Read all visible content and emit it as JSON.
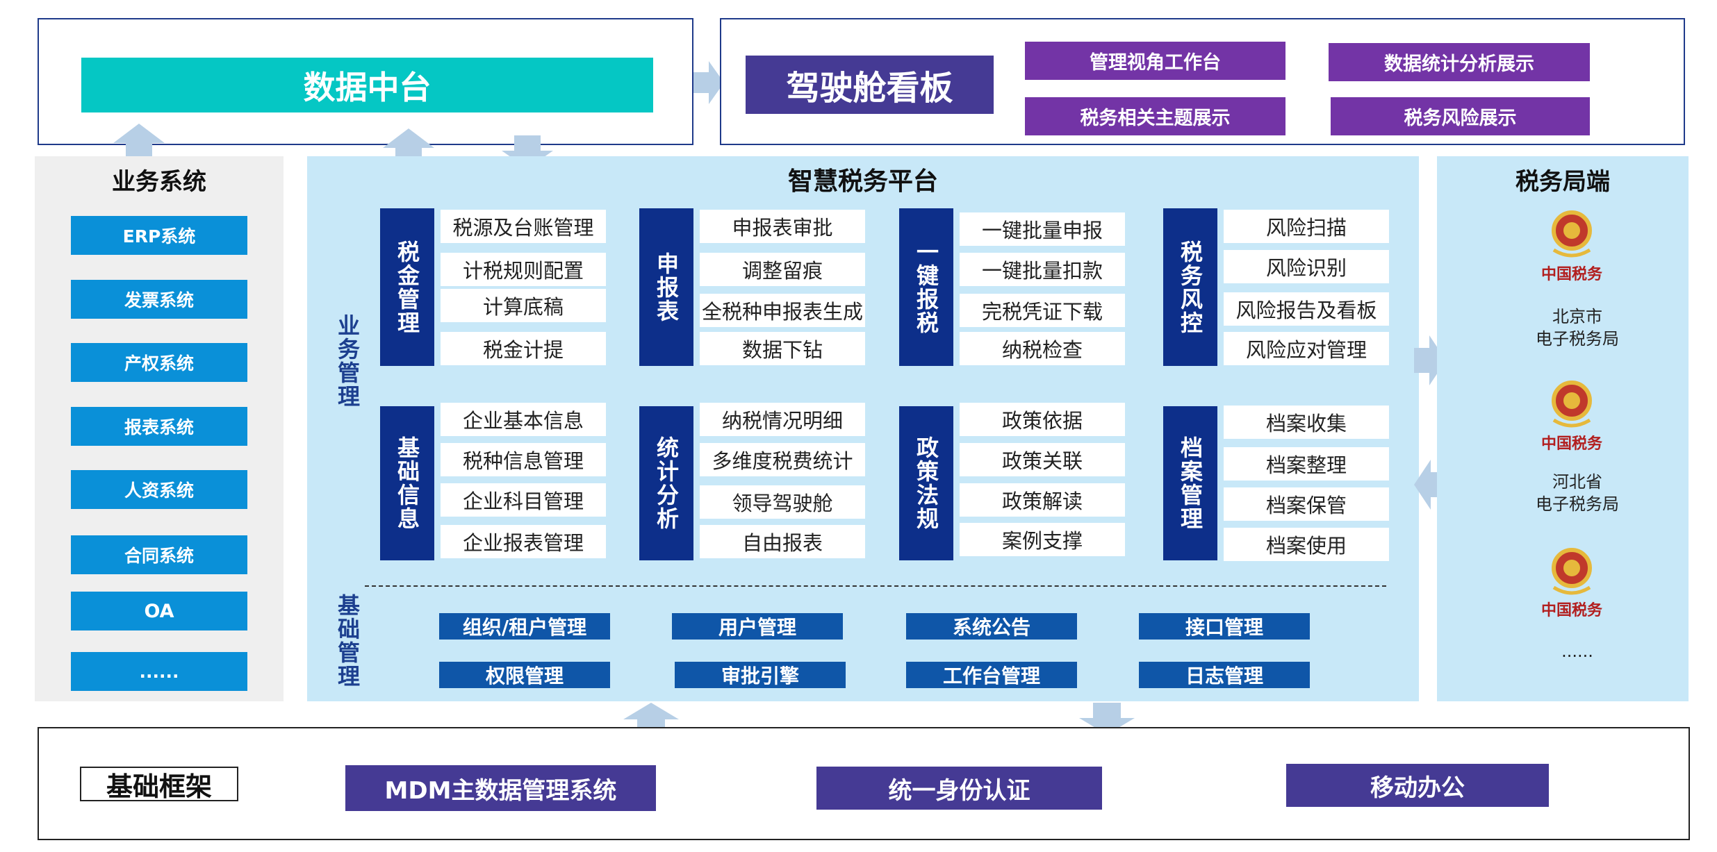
{
  "colors": {
    "teal": "#05c7c4",
    "indigo": "#453a94",
    "purple": "#7334a6",
    "blue": "#0a90d8",
    "navy": "#0d2f8a",
    "light_panel": "#c8e8f8",
    "grey_panel": "#efefef",
    "frame_border": "#1f3a8a"
  },
  "data_platform": {
    "title": "数据中台"
  },
  "cockpit": {
    "title": "驾驶舱看板",
    "items": [
      "管理视角工作台",
      "数据统计分析展示",
      "税务相关主题展示",
      "税务风险展示"
    ]
  },
  "business_systems": {
    "title": "业务系统",
    "items": [
      "ERP系统",
      "发票系统",
      "产权系统",
      "报表系统",
      "人资系统",
      "合同系统",
      "OA",
      "......"
    ]
  },
  "platform": {
    "title": "智慧税务平台",
    "business_label": "业务管理",
    "basic_label": "基础管理",
    "groups": [
      {
        "label": "税金管理",
        "items": [
          "税源及台账管理",
          "计税规则配置",
          "计算底稿",
          "税金计提"
        ]
      },
      {
        "label": "申报表",
        "items": [
          "申报表审批",
          "调整留痕",
          "全税种申报表生成",
          "数据下钻"
        ]
      },
      {
        "label": "一键报税",
        "items": [
          "一键批量申报",
          "一键批量扣款",
          "完税凭证下载",
          "纳税检查"
        ]
      },
      {
        "label": "税务风控",
        "items": [
          "风险扫描",
          "风险识别",
          "风险报告及看板",
          "风险应对管理"
        ]
      },
      {
        "label": "基础信息",
        "items": [
          "企业基本信息",
          "税种信息管理",
          "企业科目管理",
          "企业报表管理"
        ]
      },
      {
        "label": "统计分析",
        "items": [
          "纳税情况明细",
          "多维度税费统计",
          "领导驾驶舱",
          "自由报表"
        ]
      },
      {
        "label": "政策法规",
        "items": [
          "政策依据",
          "政策关联",
          "政策解读",
          "案例支撑"
        ]
      },
      {
        "label": "档案管理",
        "items": [
          "档案收集",
          "档案整理",
          "档案保管",
          "档案使用"
        ]
      }
    ],
    "basic_items": [
      "组织/租户管理",
      "用户管理",
      "系统公告",
      "接口管理",
      "权限管理",
      "审批引擎",
      "工作台管理",
      "日志管理"
    ]
  },
  "tax_bureau": {
    "title": "税务局端",
    "entries": [
      {
        "line1": "北京市",
        "line2": "电子税务局"
      },
      {
        "line1": "河北省",
        "line2": "电子税务局"
      },
      {
        "line1": "......",
        "line2": ""
      }
    ],
    "emblem_text": "中国税务"
  },
  "foundation": {
    "title": "基础框架",
    "items": [
      "MDM主数据管理系统",
      "统一身份认证",
      "移动办公"
    ]
  }
}
